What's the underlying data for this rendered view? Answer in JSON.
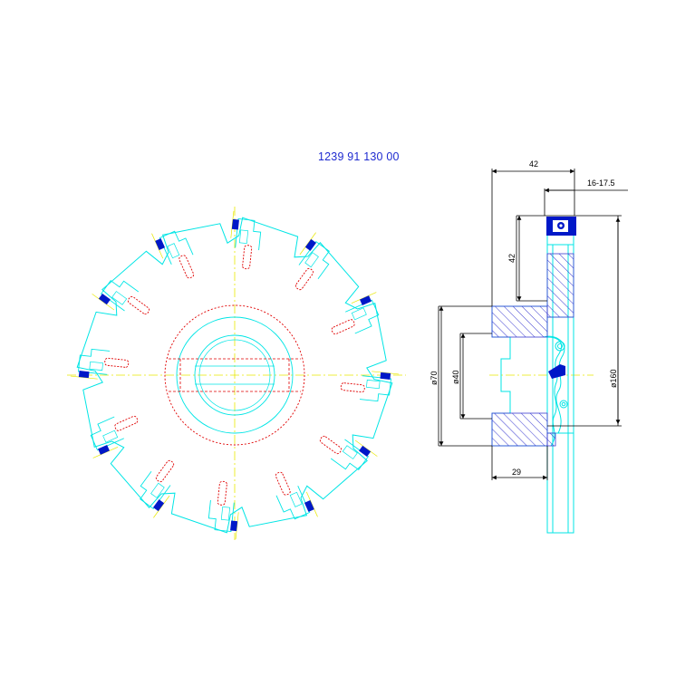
{
  "drawing": {
    "part_number": "1239 91 130 00",
    "dimensions": {
      "width_42": "42",
      "offset_16": "16-17.5",
      "height_42": "42",
      "dia_70": "ø70",
      "dia_40": "ø40",
      "dia_160": "ø160",
      "width_29": "29"
    },
    "colors": {
      "outline": "#00e5e5",
      "hidden": "#e00000",
      "center": "#e8e800",
      "insert": "#0018c8",
      "hatch": "#3a3ad0",
      "dimension": "#000000",
      "title": "#1e2ad0"
    },
    "teeth_count": 12
  }
}
